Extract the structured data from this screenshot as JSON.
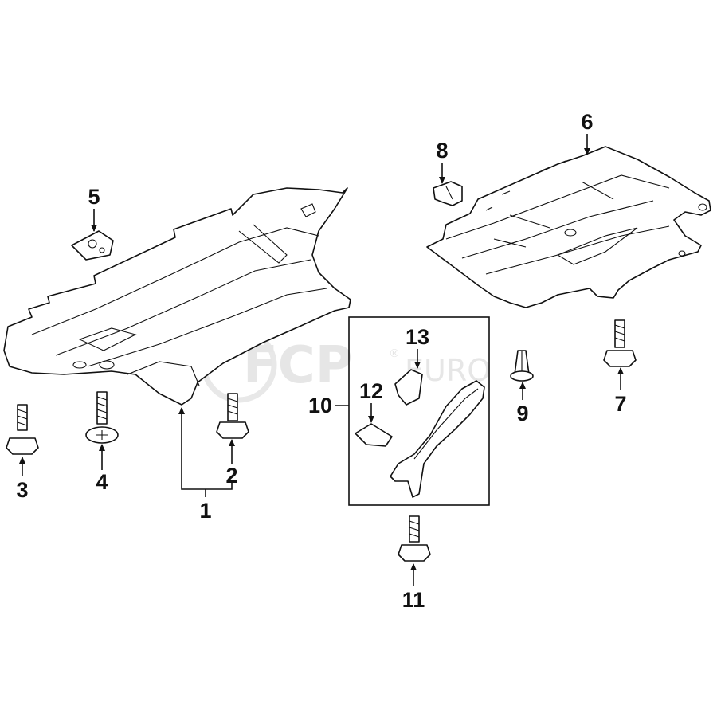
{
  "diagram": {
    "watermark": {
      "brand_a": "FCP",
      "brand_b": "EURO",
      "mark": "®"
    },
    "group_box_label": "10",
    "callouts": [
      {
        "id": "c1",
        "label": "1",
        "part": "front-splash-shield"
      },
      {
        "id": "c2",
        "label": "2",
        "part": "flange-bolt"
      },
      {
        "id": "c3",
        "label": "3",
        "part": "flange-bolt"
      },
      {
        "id": "c4",
        "label": "4",
        "part": "phillips-screw"
      },
      {
        "id": "c5",
        "label": "5",
        "part": "mounting-bracket"
      },
      {
        "id": "c6",
        "label": "6",
        "part": "rear-splash-shield"
      },
      {
        "id": "c7",
        "label": "7",
        "part": "flange-bolt"
      },
      {
        "id": "c8",
        "label": "8",
        "part": "retainer-clip"
      },
      {
        "id": "c9",
        "label": "9",
        "part": "push-rivet"
      },
      {
        "id": "c10",
        "label": "10",
        "part": "side-deflector-kit"
      },
      {
        "id": "c11",
        "label": "11",
        "part": "flange-bolt"
      },
      {
        "id": "c12",
        "label": "12",
        "part": "clip-nut"
      },
      {
        "id": "c13",
        "label": "13",
        "part": "small-bracket"
      }
    ]
  }
}
